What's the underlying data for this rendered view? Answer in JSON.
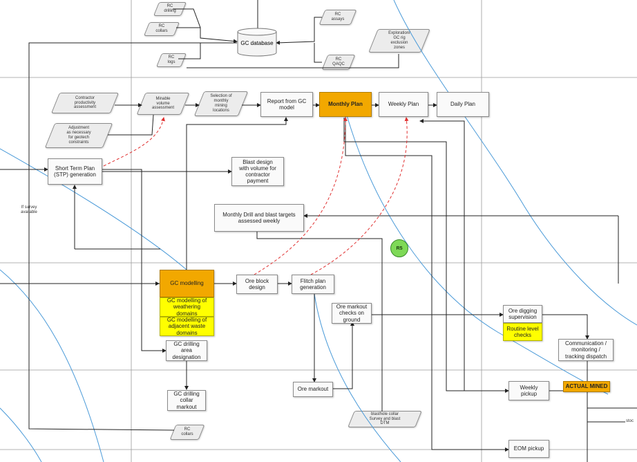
{
  "colors": {
    "orange": "#f2a800",
    "yellow": "#ffff00",
    "green": "#7ed957",
    "red_dashed": "#e03030",
    "blue_curve": "#4a9ad8"
  },
  "inputs": {
    "rc_drilling": "RC\ndrilling",
    "rc_collars": "RC\ncollars",
    "rc_logs": "RC\nlogs",
    "rc_assays": "RC\nassays",
    "rc_qaqc": "RC\nQAQC",
    "exploration": "Exploration/\nGC rig\nexclusion\nzones",
    "contractor": "Contractor\nproductivity\nassessment",
    "adjustment": "Adjustment\nas necessary\nfor geotech\nconstraints",
    "blasthole": "blasthole collar\nSurvey and blast\nDTM",
    "rc_collars_bottom": "RC\ncollars"
  },
  "database": {
    "label": "GC database"
  },
  "process": {
    "mineable": "Minable\nvolume\nassessment",
    "selection": "Selection of\nmonthly\nmining\nlocations",
    "report": "Report from GC\nmodel",
    "monthly_plan": "Monthly Plan",
    "weekly_plan": "Weekly Plan",
    "daily_plan": "Daily Plan",
    "stp": "Short Term Plan\n(STP) generation",
    "blast_design": "Blast design\nwith volume for\ncontractor\npayment",
    "monthly_drill": "Monthly Drill and blast targets\nassessed weekly",
    "gc_modelling": "GC modelling",
    "gc_weathering": "GC modelling of\nweathering\ndomains",
    "gc_waste": "GC modelling of\nadjacent waste\ndomains",
    "ore_block": "Ore block\ndesign",
    "flitch": "Flitch plan\ngeneration",
    "ore_markout_checks": "Ore markout\nchecks on\nground",
    "ore_digging": "Ore digging\nsupervision",
    "routine_checks": "Routine level\nchecks",
    "communication": "Communication /\nmonitoring /\ntracking dispatch",
    "gc_drilling_area": "GC drilling\narea\ndesignation",
    "gc_drilling_collar": "GC drilling\ncollar\nmarkout",
    "ore_markout": "Ore markout",
    "weekly_pickup": "Weekly\npickup",
    "actual_mined": "ACTUAL MINED",
    "eom_pickup": "EOM pickup"
  },
  "annotations": {
    "if_survey": "If survey\navailable",
    "r5": "R5",
    "stock": "stoc"
  }
}
